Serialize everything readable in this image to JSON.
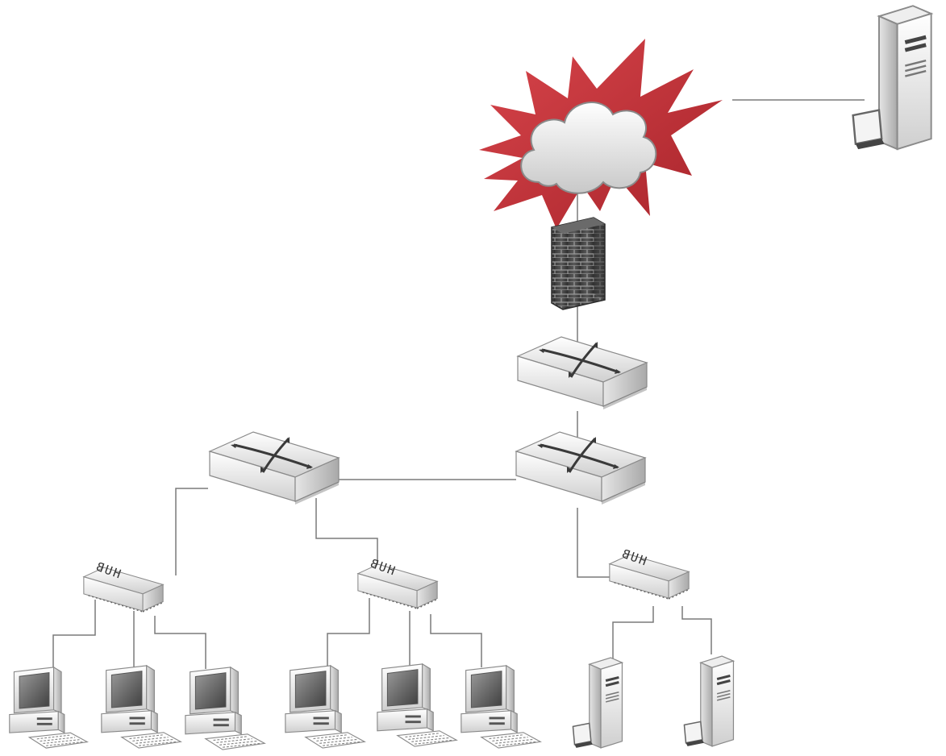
{
  "diagram": {
    "kind": "network-topology",
    "nodes": [
      {
        "id": "internet",
        "type": "cloud",
        "icon": "internet-cloud-burst-icon",
        "burst_color": "#c8333a"
      },
      {
        "id": "remote-server",
        "type": "server",
        "icon": "server-tower-icon"
      },
      {
        "id": "firewall",
        "type": "firewall",
        "icon": "brick-firewall-icon"
      },
      {
        "id": "core-switch",
        "type": "switch",
        "icon": "switch-icon"
      },
      {
        "id": "dist-switch-right",
        "type": "switch",
        "icon": "switch-icon"
      },
      {
        "id": "dist-switch-left",
        "type": "switch",
        "icon": "switch-icon"
      },
      {
        "id": "hub-1",
        "type": "hub",
        "icon": "hub-icon",
        "label": "HUB"
      },
      {
        "id": "hub-2",
        "type": "hub",
        "icon": "hub-icon",
        "label": "HUB"
      },
      {
        "id": "hub-3",
        "type": "hub",
        "icon": "hub-icon",
        "label": "HUB"
      },
      {
        "id": "pc-1",
        "type": "workstation",
        "icon": "desktop-pc-icon"
      },
      {
        "id": "pc-2",
        "type": "workstation",
        "icon": "desktop-pc-icon"
      },
      {
        "id": "pc-3",
        "type": "workstation",
        "icon": "desktop-pc-icon"
      },
      {
        "id": "pc-4",
        "type": "workstation",
        "icon": "desktop-pc-icon"
      },
      {
        "id": "pc-5",
        "type": "workstation",
        "icon": "desktop-pc-icon"
      },
      {
        "id": "pc-6",
        "type": "workstation",
        "icon": "desktop-pc-icon"
      },
      {
        "id": "server-1",
        "type": "server",
        "icon": "server-tower-icon"
      },
      {
        "id": "server-2",
        "type": "server",
        "icon": "server-tower-icon"
      }
    ],
    "links": [
      [
        "internet",
        "remote-server"
      ],
      [
        "internet",
        "firewall"
      ],
      [
        "firewall",
        "core-switch"
      ],
      [
        "core-switch",
        "dist-switch-right"
      ],
      [
        "dist-switch-right",
        "dist-switch-left"
      ],
      [
        "dist-switch-left",
        "hub-1"
      ],
      [
        "dist-switch-left",
        "hub-2"
      ],
      [
        "dist-switch-right",
        "hub-3"
      ],
      [
        "hub-1",
        "pc-1"
      ],
      [
        "hub-1",
        "pc-2"
      ],
      [
        "hub-1",
        "pc-3"
      ],
      [
        "hub-2",
        "pc-4"
      ],
      [
        "hub-2",
        "pc-5"
      ],
      [
        "hub-2",
        "pc-6"
      ],
      [
        "hub-3",
        "server-1"
      ],
      [
        "hub-3",
        "server-2"
      ]
    ],
    "colors": {
      "line": "#7a7a7a",
      "burst": "#c8333a",
      "device_light": "#f2f2f2",
      "device_dark": "#9a9a9a",
      "firewall": "#4a4a4a",
      "screen": "#6a6a6a"
    }
  }
}
